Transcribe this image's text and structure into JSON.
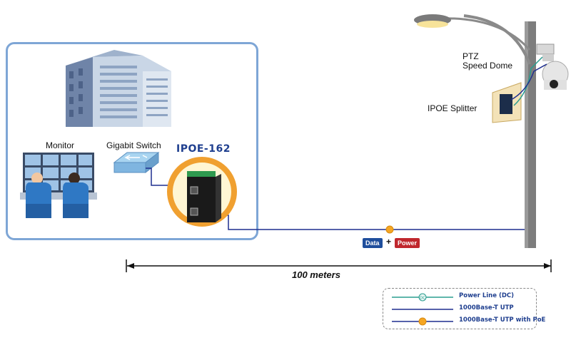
{
  "labels": {
    "monitor": "Monitor",
    "switch": "Gigabit Switch",
    "device": "IPOE-162",
    "camera_line1": "PTZ",
    "camera_line2": "Speed Dome",
    "splitter": "IPOE Splitter",
    "data": "Data",
    "plus": "+",
    "power": "Power",
    "distance": "100 meters"
  },
  "legend": [
    {
      "label": "Power Line (DC)",
      "color": "#2a9d8f",
      "marker": "DC"
    },
    {
      "label": "1000Base-T UTP",
      "color": "#1e2f8f",
      "marker": ""
    },
    {
      "label": "1000Base-T UTP with PoE",
      "color": "#1e2f8f",
      "marker": "PoE"
    }
  ],
  "colors": {
    "frame": "#7ea6d6",
    "utp": "#1e2f8f",
    "dc": "#2a9d8f",
    "poe_marker": "#f5a623",
    "data_badge": "#1f4e9c",
    "power_badge": "#c0272d",
    "device_ring": "#f0a030"
  }
}
